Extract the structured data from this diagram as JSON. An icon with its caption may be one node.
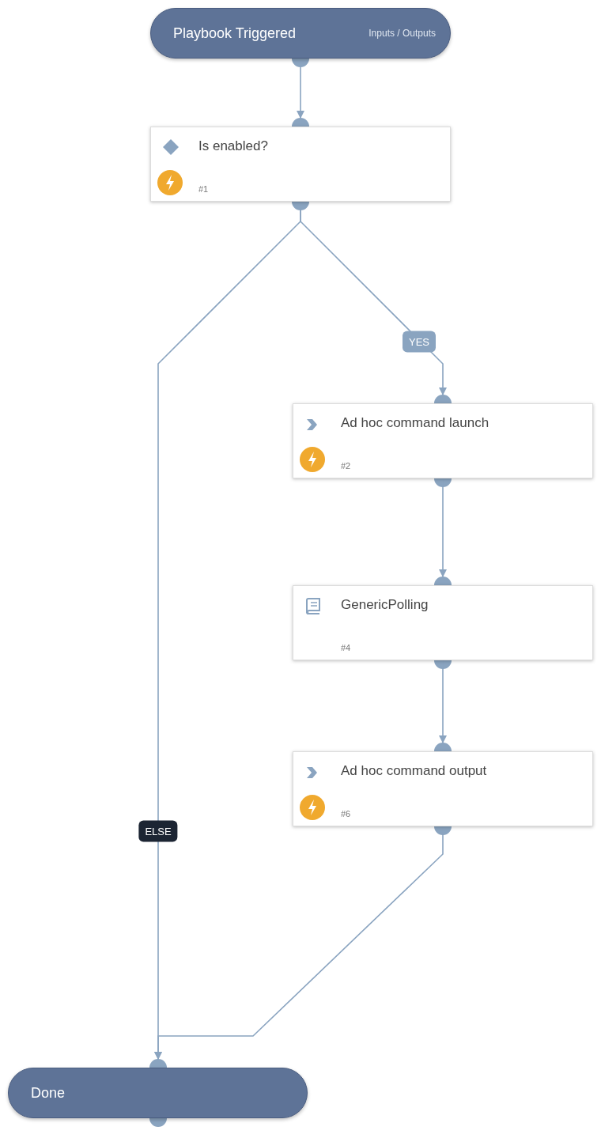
{
  "diagram": {
    "nodes": [
      {
        "text": [
          "Playbook Triggered",
          "Inputs / Outputs"
        ]
      },
      {
        "text": [
          "Is enabled?",
          "#1"
        ]
      },
      {
        "text": [
          "Ad hoc command launch",
          "#2"
        ]
      },
      {
        "text": [
          "GenericPolling",
          "#4"
        ]
      },
      {
        "text": [
          "Ad hoc command output",
          "#6"
        ]
      },
      {
        "text": [
          "Done"
        ]
      }
    ],
    "edges": [
      {
        "from": 0,
        "to": 1,
        "arrow": "to"
      },
      {
        "from": 1,
        "to": 2,
        "arrow": "to",
        "label": "YES"
      },
      {
        "from": 1,
        "to": 5,
        "arrow": "to",
        "label": "ELSE"
      },
      {
        "from": 2,
        "to": 3,
        "arrow": "to"
      },
      {
        "from": 3,
        "to": 4,
        "arrow": "to"
      },
      {
        "from": 4,
        "to": 5,
        "arrow": "to"
      }
    ]
  }
}
